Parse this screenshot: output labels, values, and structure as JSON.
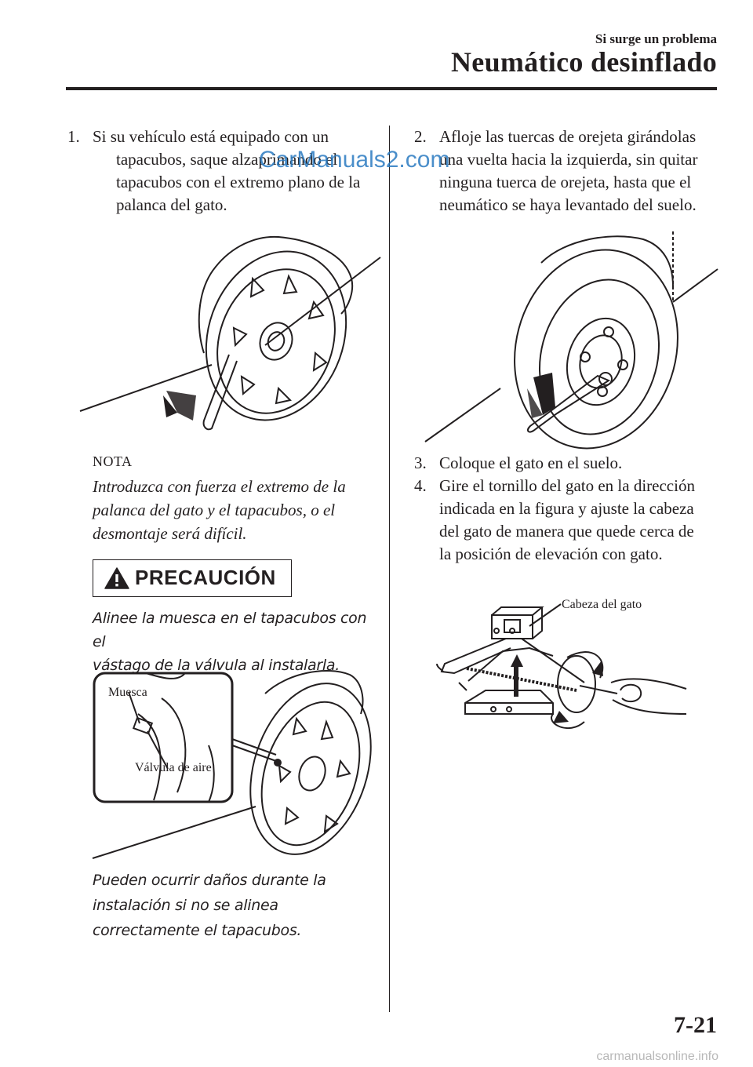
{
  "header": {
    "section": "Si surge un problema",
    "title": "Neumático desinflado"
  },
  "left": {
    "step1": {
      "number": "1.",
      "lines": [
        "Si su vehículo está equipado con un",
        "tapacubos, saque alzaprimando el",
        "tapacubos con el extremo plano de la",
        "palanca del gato."
      ]
    },
    "note_label": "NOTA",
    "note_lines": [
      "Introduzca con fuerza el extremo de la",
      "palanca del gato y el tapacubos, o el",
      "desmontaje será difícil."
    ],
    "caution_title": "PRECAUCIÓN",
    "caution_lines": [
      "Alinee la muesca en el tapacubos con el",
      "vástago de la válvula al instalarla."
    ],
    "fig_labels": {
      "notch": "Muesca",
      "valve": "Válvula de aire"
    },
    "damage_lines": [
      "Pueden ocurrir daños durante la",
      "instalación si no se alinea",
      "correctamente el tapacubos."
    ]
  },
  "right": {
    "step2": {
      "number": "2.",
      "lines": [
        "Afloje las tuercas de orejeta girándolas",
        "una vuelta hacia la izquierda, sin quitar",
        "ninguna tuerca de orejeta, hasta que el",
        "neumático se haya levantado del suelo."
      ]
    },
    "step3": {
      "number": "3.",
      "lines": [
        "Coloque el gato en el suelo."
      ]
    },
    "step4": {
      "number": "4.",
      "lines": [
        "Gire el tornillo del gato en la dirección",
        "indicada en la figura y ajuste la cabeza",
        "del gato de manera que quede cerca de",
        "la posición de elevación con gato."
      ]
    },
    "fig_labels": {
      "jack_head": "Cabeza del gato"
    }
  },
  "watermark": "CarManuals2.com",
  "page_number": "7-21",
  "footer_logo": "carmanualsonline.info",
  "colors": {
    "ink": "#231f20",
    "watermark": "#2b7bc1",
    "footer": "#b8b8b8"
  }
}
